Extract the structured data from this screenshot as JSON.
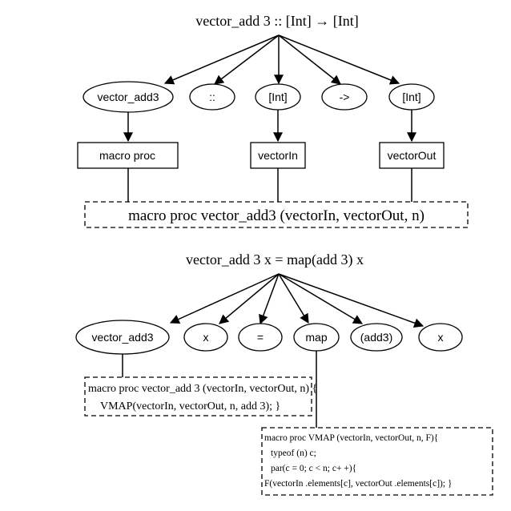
{
  "top": {
    "title": "vector_add 3   ::  [Int] → [Int]",
    "nodes": [
      "vector_add3",
      "::",
      "[Int]",
      "->",
      "[Int]"
    ],
    "boxes": [
      "macro proc",
      "vectorIn",
      "vectorOut"
    ],
    "result": "macro proc vector_add3 (vectorIn, vectorOut, n)"
  },
  "bottom": {
    "title": "vector_add 3  x = map(add 3) x",
    "nodes": [
      "vector_add3",
      "x",
      "=",
      "map",
      "(add3)",
      "x"
    ],
    "code1": [
      "macro proc vector_add 3 (vectorIn, vectorOut, n) {",
      "VMAP(vectorIn, vectorOut, n, add 3); }"
    ],
    "code2": [
      "macro proc VMAP (vectorIn, vectorOut, n, F){",
      "typeof  (n) c;",
      "par(c = 0; c < n; c+ +){",
      "F(vectorIn .elements[c], vectorOut .elements[c]); }"
    ]
  }
}
